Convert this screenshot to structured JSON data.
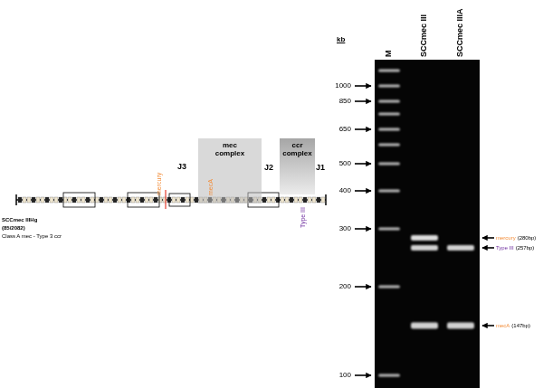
{
  "diagram": {
    "nodes": [
      {
        "text": [
          "mec complex"
        ]
      },
      {
        "text": [
          "ccr complex"
        ]
      }
    ],
    "labels": [
      "J3",
      "J2",
      "J1",
      "mercury",
      "mecA",
      "Type III",
      "SCCmec IIIHg",
      "(85/2082)",
      "Class A mec - Type 3 ccr",
      "kb",
      "M",
      "SCCmec III",
      "SCCmec IIIA",
      "1000",
      "850",
      "650",
      "500",
      "400",
      "300",
      "200",
      "100",
      "mercury",
      "(280bp)",
      "Type III",
      "(257bp)",
      "mecA",
      "(147bp)"
    ]
  }
}
